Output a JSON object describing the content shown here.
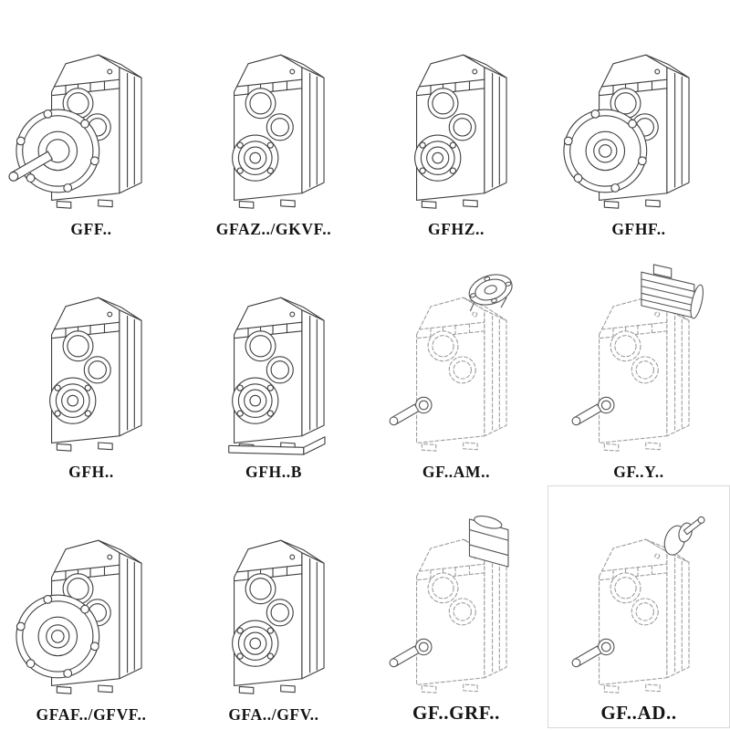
{
  "colors": {
    "line": "#3f3f3f",
    "dashed_line": "#9e9e9e",
    "overlay": "#565656",
    "label": "#141414",
    "background": "#ffffff"
  },
  "grid": {
    "items": [
      {
        "label": "GFF..",
        "variant": {
          "flange": true,
          "shaft": true
        }
      },
      {
        "label": "GFAZ../GKVF..",
        "variant": {
          "hollow": true
        }
      },
      {
        "label": "GFHZ..",
        "variant": {
          "hollow": true
        }
      },
      {
        "label": "GFHF..",
        "variant": {
          "flange": true
        }
      },
      {
        "label": "GFH..",
        "variant": {
          "hollow": true
        }
      },
      {
        "label": "GFH..B",
        "variant": {
          "hollow": true,
          "base": true
        }
      },
      {
        "label": "GF..AM..",
        "variant": {
          "dashed": true,
          "shaft": true,
          "top": "am"
        }
      },
      {
        "label": "GF..Y..",
        "variant": {
          "dashed": true,
          "shaft": true,
          "top": "motor"
        }
      },
      {
        "label": "GFAF../GFVF..",
        "variant": {
          "flange": true
        }
      },
      {
        "label": "GFA../GFV..",
        "variant": {
          "hollow": true
        }
      },
      {
        "label": "GF..GRF..",
        "variant": {
          "dashed": true,
          "shaft": true,
          "top": "grf"
        }
      },
      {
        "label": "GF..AD..",
        "variant": {
          "dashed": true,
          "shaft": true,
          "top": "ad"
        },
        "boxed": true
      }
    ]
  }
}
